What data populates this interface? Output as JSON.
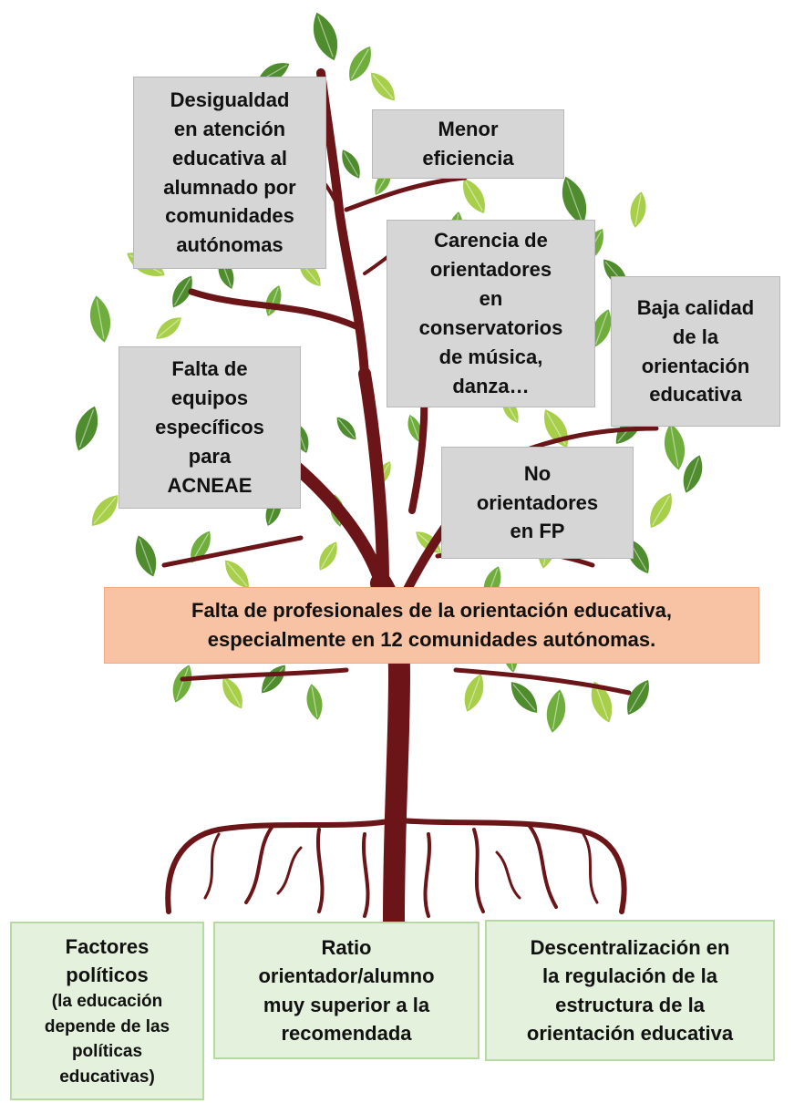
{
  "colors": {
    "trunk": "#6b1518",
    "leaf_dark": "#4f8c2e",
    "leaf_mid": "#6fae3c",
    "leaf_light": "#a7cf4a",
    "effect_box": "#d6d6d6",
    "problem_box": "#f8c2a4",
    "cause_box": "#e4f1dc"
  },
  "effects": {
    "e1": "Desigualdad\nen atención\neducativa al\nalumnado por\ncomunidades\nautónomas",
    "e2": "Menor\neficiencia",
    "e3": "Carencia de\norientadores\nen\nconservatorios\nde música,\ndanza…",
    "e4": "Baja calidad\nde la\norientación\neducativa",
    "e5": "Falta de\nequipos\nespecíficos\npara\nACNEAE",
    "e6": "No\norientadores\nen FP"
  },
  "problem": "Falta de profesionales de la orientación educativa,\nespecialmente en 12 comunidades autónomas.",
  "causes": {
    "c1_main": "Factores\npolíticos",
    "c1_sub": "(la educación\ndepende de las\npolíticas\neducativas)",
    "c2": "Ratio\norientador/alumno\nmuy superior a la\nrecomendada",
    "c3": "Descentralización en\nla regulación de la\nestructura de la\norientación educativa"
  }
}
